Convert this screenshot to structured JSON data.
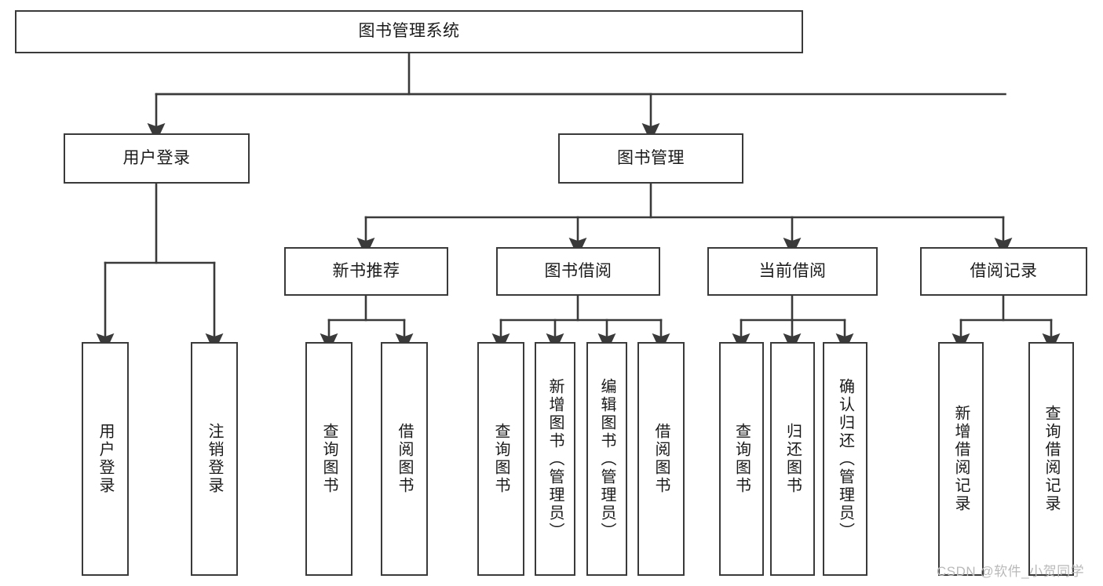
{
  "diagram": {
    "title": "图书管理系统",
    "type": "tree",
    "watermark": "CSDN @软件_小贺同学",
    "colors": {
      "box_border": "#3a3a3a",
      "box_fill": "#ffffff",
      "edge": "#3a3a3a",
      "text": "#1a1a1a",
      "watermark": "#b9b9b9"
    },
    "levels": {
      "root": {
        "label": "图书管理系统"
      },
      "level2": [
        {
          "id": "user-login",
          "label": "用户登录"
        },
        {
          "id": "book-management",
          "label": "图书管理"
        }
      ],
      "level3": [
        {
          "id": "new-book-recommend",
          "label": "新书推荐",
          "parent": "book-management"
        },
        {
          "id": "book-borrow",
          "label": "图书借阅",
          "parent": "book-management"
        },
        {
          "id": "current-borrow",
          "label": "当前借阅",
          "parent": "book-management"
        },
        {
          "id": "borrow-record",
          "label": "借阅记录",
          "parent": "book-management"
        }
      ],
      "leaves": [
        {
          "id": "leaf-user-login",
          "label": "用户登录",
          "parent": "user-login"
        },
        {
          "id": "leaf-user-logout",
          "label": "注销登录",
          "parent": "user-login"
        },
        {
          "id": "leaf-query-book-1",
          "label": "查询图书",
          "parent": "new-book-recommend"
        },
        {
          "id": "leaf-borrow-book-1",
          "label": "借阅图书",
          "parent": "new-book-recommend"
        },
        {
          "id": "leaf-query-book-2",
          "label": "查询图书",
          "parent": "book-borrow"
        },
        {
          "id": "leaf-add-book",
          "label": "新增图书（管理员）",
          "parent": "book-borrow"
        },
        {
          "id": "leaf-edit-book",
          "label": "编辑图书（管理员）",
          "parent": "book-borrow"
        },
        {
          "id": "leaf-borrow-book-2",
          "label": "借阅图书",
          "parent": "book-borrow"
        },
        {
          "id": "leaf-query-book-3",
          "label": "查询图书",
          "parent": "current-borrow"
        },
        {
          "id": "leaf-return-book",
          "label": "归还图书",
          "parent": "current-borrow"
        },
        {
          "id": "leaf-confirm-return",
          "label": "确认归还（管理员）",
          "parent": "current-borrow"
        },
        {
          "id": "leaf-add-record",
          "label": "新增借阅记录",
          "parent": "borrow-record"
        },
        {
          "id": "leaf-query-record",
          "label": "查询借阅记录",
          "parent": "borrow-record"
        }
      ]
    }
  }
}
